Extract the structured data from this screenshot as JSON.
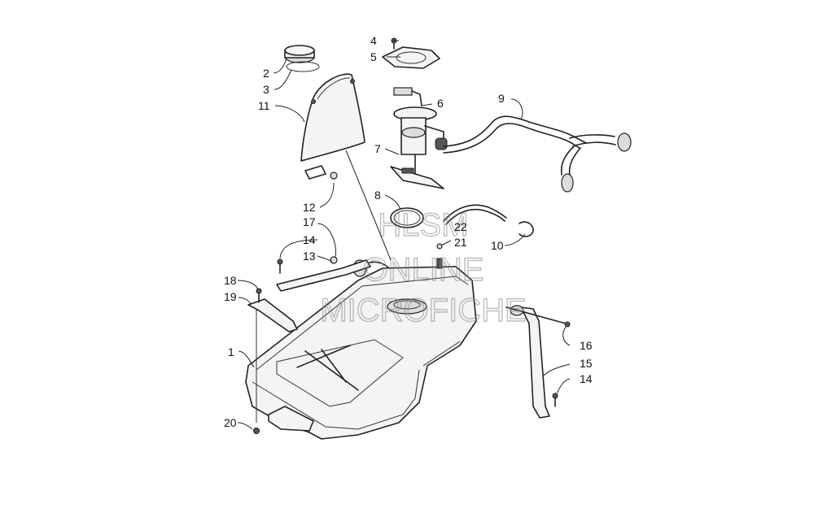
{
  "callouts": [
    {
      "id": "c1",
      "label": "1"
    },
    {
      "id": "c2",
      "label": "2"
    },
    {
      "id": "c3",
      "label": "3"
    },
    {
      "id": "c4",
      "label": "4"
    },
    {
      "id": "c5",
      "label": "5"
    },
    {
      "id": "c6",
      "label": "6"
    },
    {
      "id": "c7",
      "label": "7"
    },
    {
      "id": "c8",
      "label": "8"
    },
    {
      "id": "c9",
      "label": "9"
    },
    {
      "id": "c10",
      "label": "10"
    },
    {
      "id": "c11",
      "label": "11"
    },
    {
      "id": "c12",
      "label": "12"
    },
    {
      "id": "c13",
      "label": "13"
    },
    {
      "id": "c14a",
      "label": "14"
    },
    {
      "id": "c14b",
      "label": "14"
    },
    {
      "id": "c15",
      "label": "15"
    },
    {
      "id": "c16",
      "label": "16"
    },
    {
      "id": "c17",
      "label": "17"
    },
    {
      "id": "c18",
      "label": "18"
    },
    {
      "id": "c19",
      "label": "19"
    },
    {
      "id": "c20",
      "label": "20"
    },
    {
      "id": "c21",
      "label": "21"
    },
    {
      "id": "c22",
      "label": "22"
    }
  ],
  "watermark": {
    "line1": "HLSM",
    "line2": "ONLINE",
    "line3": "MICROFICHE"
  }
}
